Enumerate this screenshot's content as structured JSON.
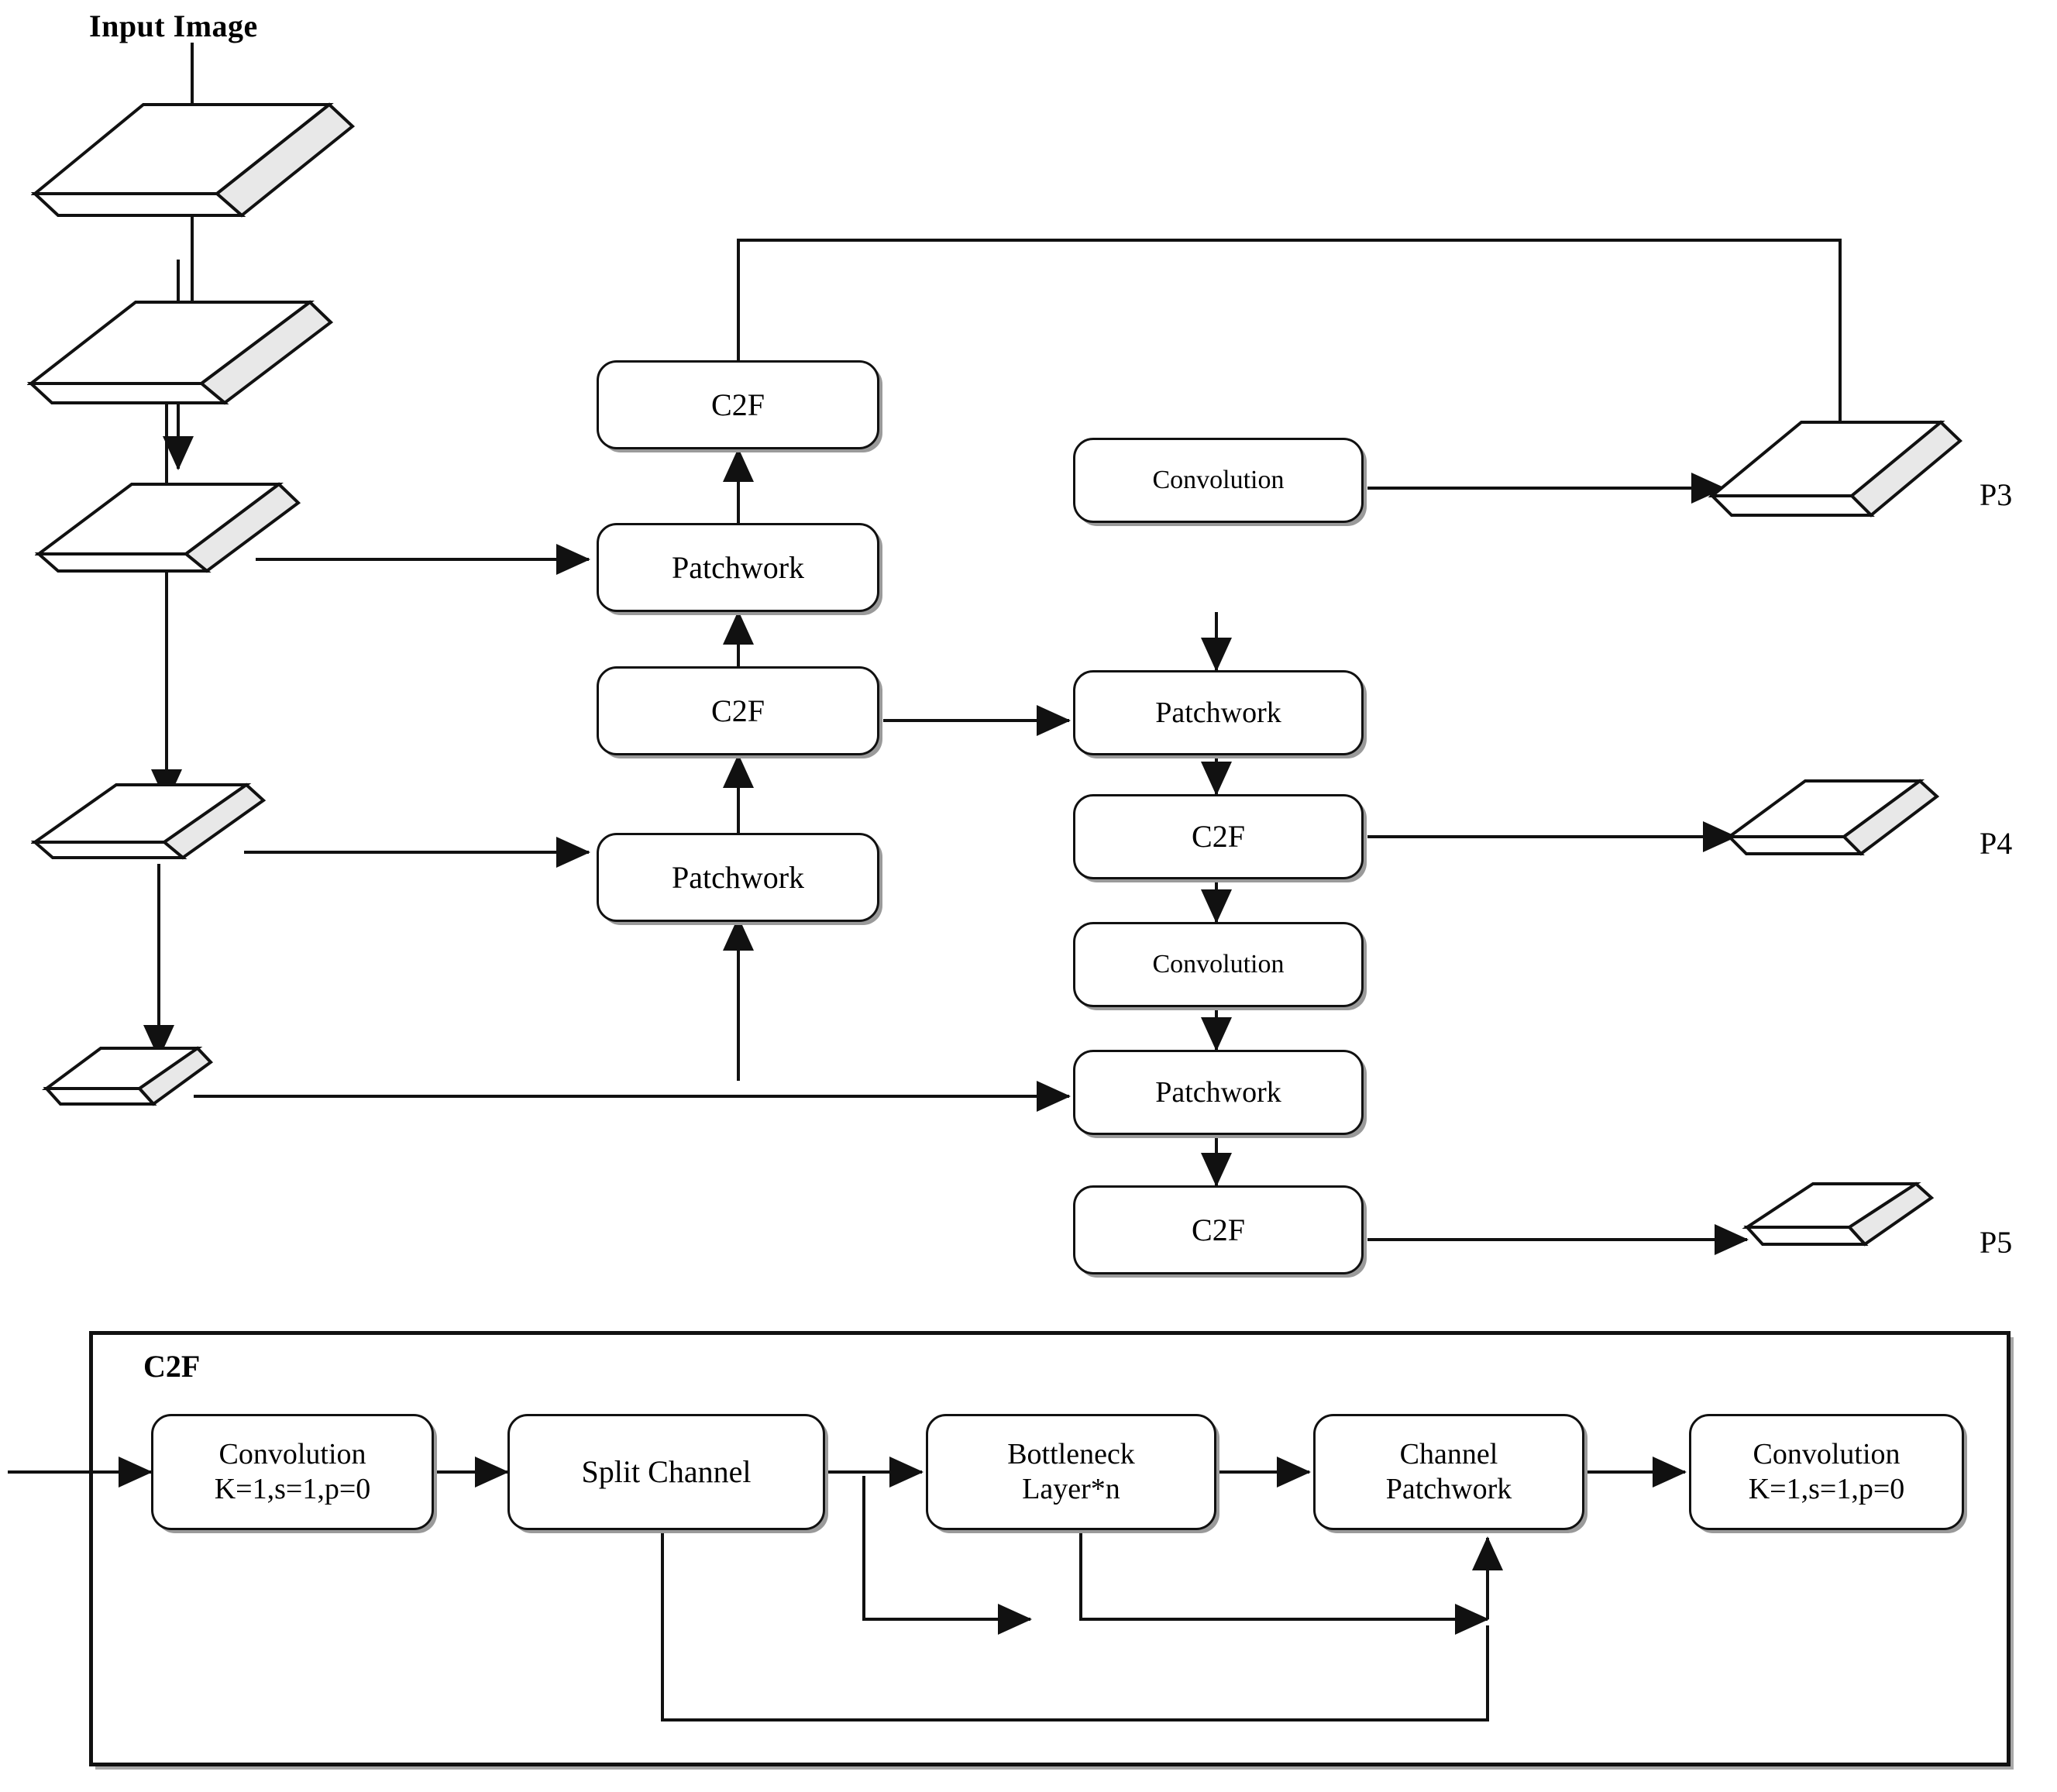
{
  "figure": {
    "type": "network-architecture-diagram",
    "title_text": "Input Image",
    "outputs": [
      {
        "name": "P3",
        "label": "P3"
      },
      {
        "name": "P4",
        "label": "P4"
      },
      {
        "name": "P5",
        "label": "P5"
      }
    ]
  },
  "backbone": {
    "stages": [
      {
        "name": "stage-1",
        "kind": "feature-map-slab"
      },
      {
        "name": "stage-2",
        "kind": "feature-map-slab"
      },
      {
        "name": "stage-3",
        "kind": "feature-map-slab"
      },
      {
        "name": "stage-4",
        "kind": "feature-map-slab"
      },
      {
        "name": "stage-5",
        "kind": "feature-map-slab"
      }
    ]
  },
  "neck_left": {
    "blocks": [
      {
        "id": "neck-c2f-top",
        "label": "C2F"
      },
      {
        "id": "neck-patchwork-top",
        "label": "Patchwork"
      },
      {
        "id": "neck-c2f-mid",
        "label": "C2F"
      },
      {
        "id": "neck-patchwork-bottom",
        "label": "Patchwork"
      }
    ]
  },
  "neck_right": {
    "blocks": [
      {
        "id": "head-convolution-top",
        "label": "Convolution"
      },
      {
        "id": "head-patchwork-top",
        "label": "Patchwork"
      },
      {
        "id": "head-c2f-p4",
        "label": "C2F"
      },
      {
        "id": "head-convolution-mid",
        "label": "Convolution"
      },
      {
        "id": "head-patchwork-bottom",
        "label": "Patchwork"
      },
      {
        "id": "head-c2f-p5",
        "label": "C2F"
      }
    ]
  },
  "c2f_detail": {
    "title": "C2F",
    "blocks": [
      {
        "id": "c2f-conv-in",
        "line1": "Convolution",
        "line2": "K=1,s=1,p=0"
      },
      {
        "id": "c2f-split-channel",
        "line1": "Split Channel",
        "line2": ""
      },
      {
        "id": "c2f-bottleneck",
        "line1": "Bottleneck",
        "line2": "Layer*n"
      },
      {
        "id": "c2f-channel-patchwork",
        "line1": "Channel",
        "line2": "Patchwork"
      },
      {
        "id": "c2f-conv-out",
        "line1": "Convolution",
        "line2": "K=1,s=1,p=0"
      }
    ]
  },
  "colors": {
    "stroke": "#111111",
    "shadow": "#9a9a9a",
    "slab_side": "#e8e8e8",
    "background": "#ffffff"
  }
}
